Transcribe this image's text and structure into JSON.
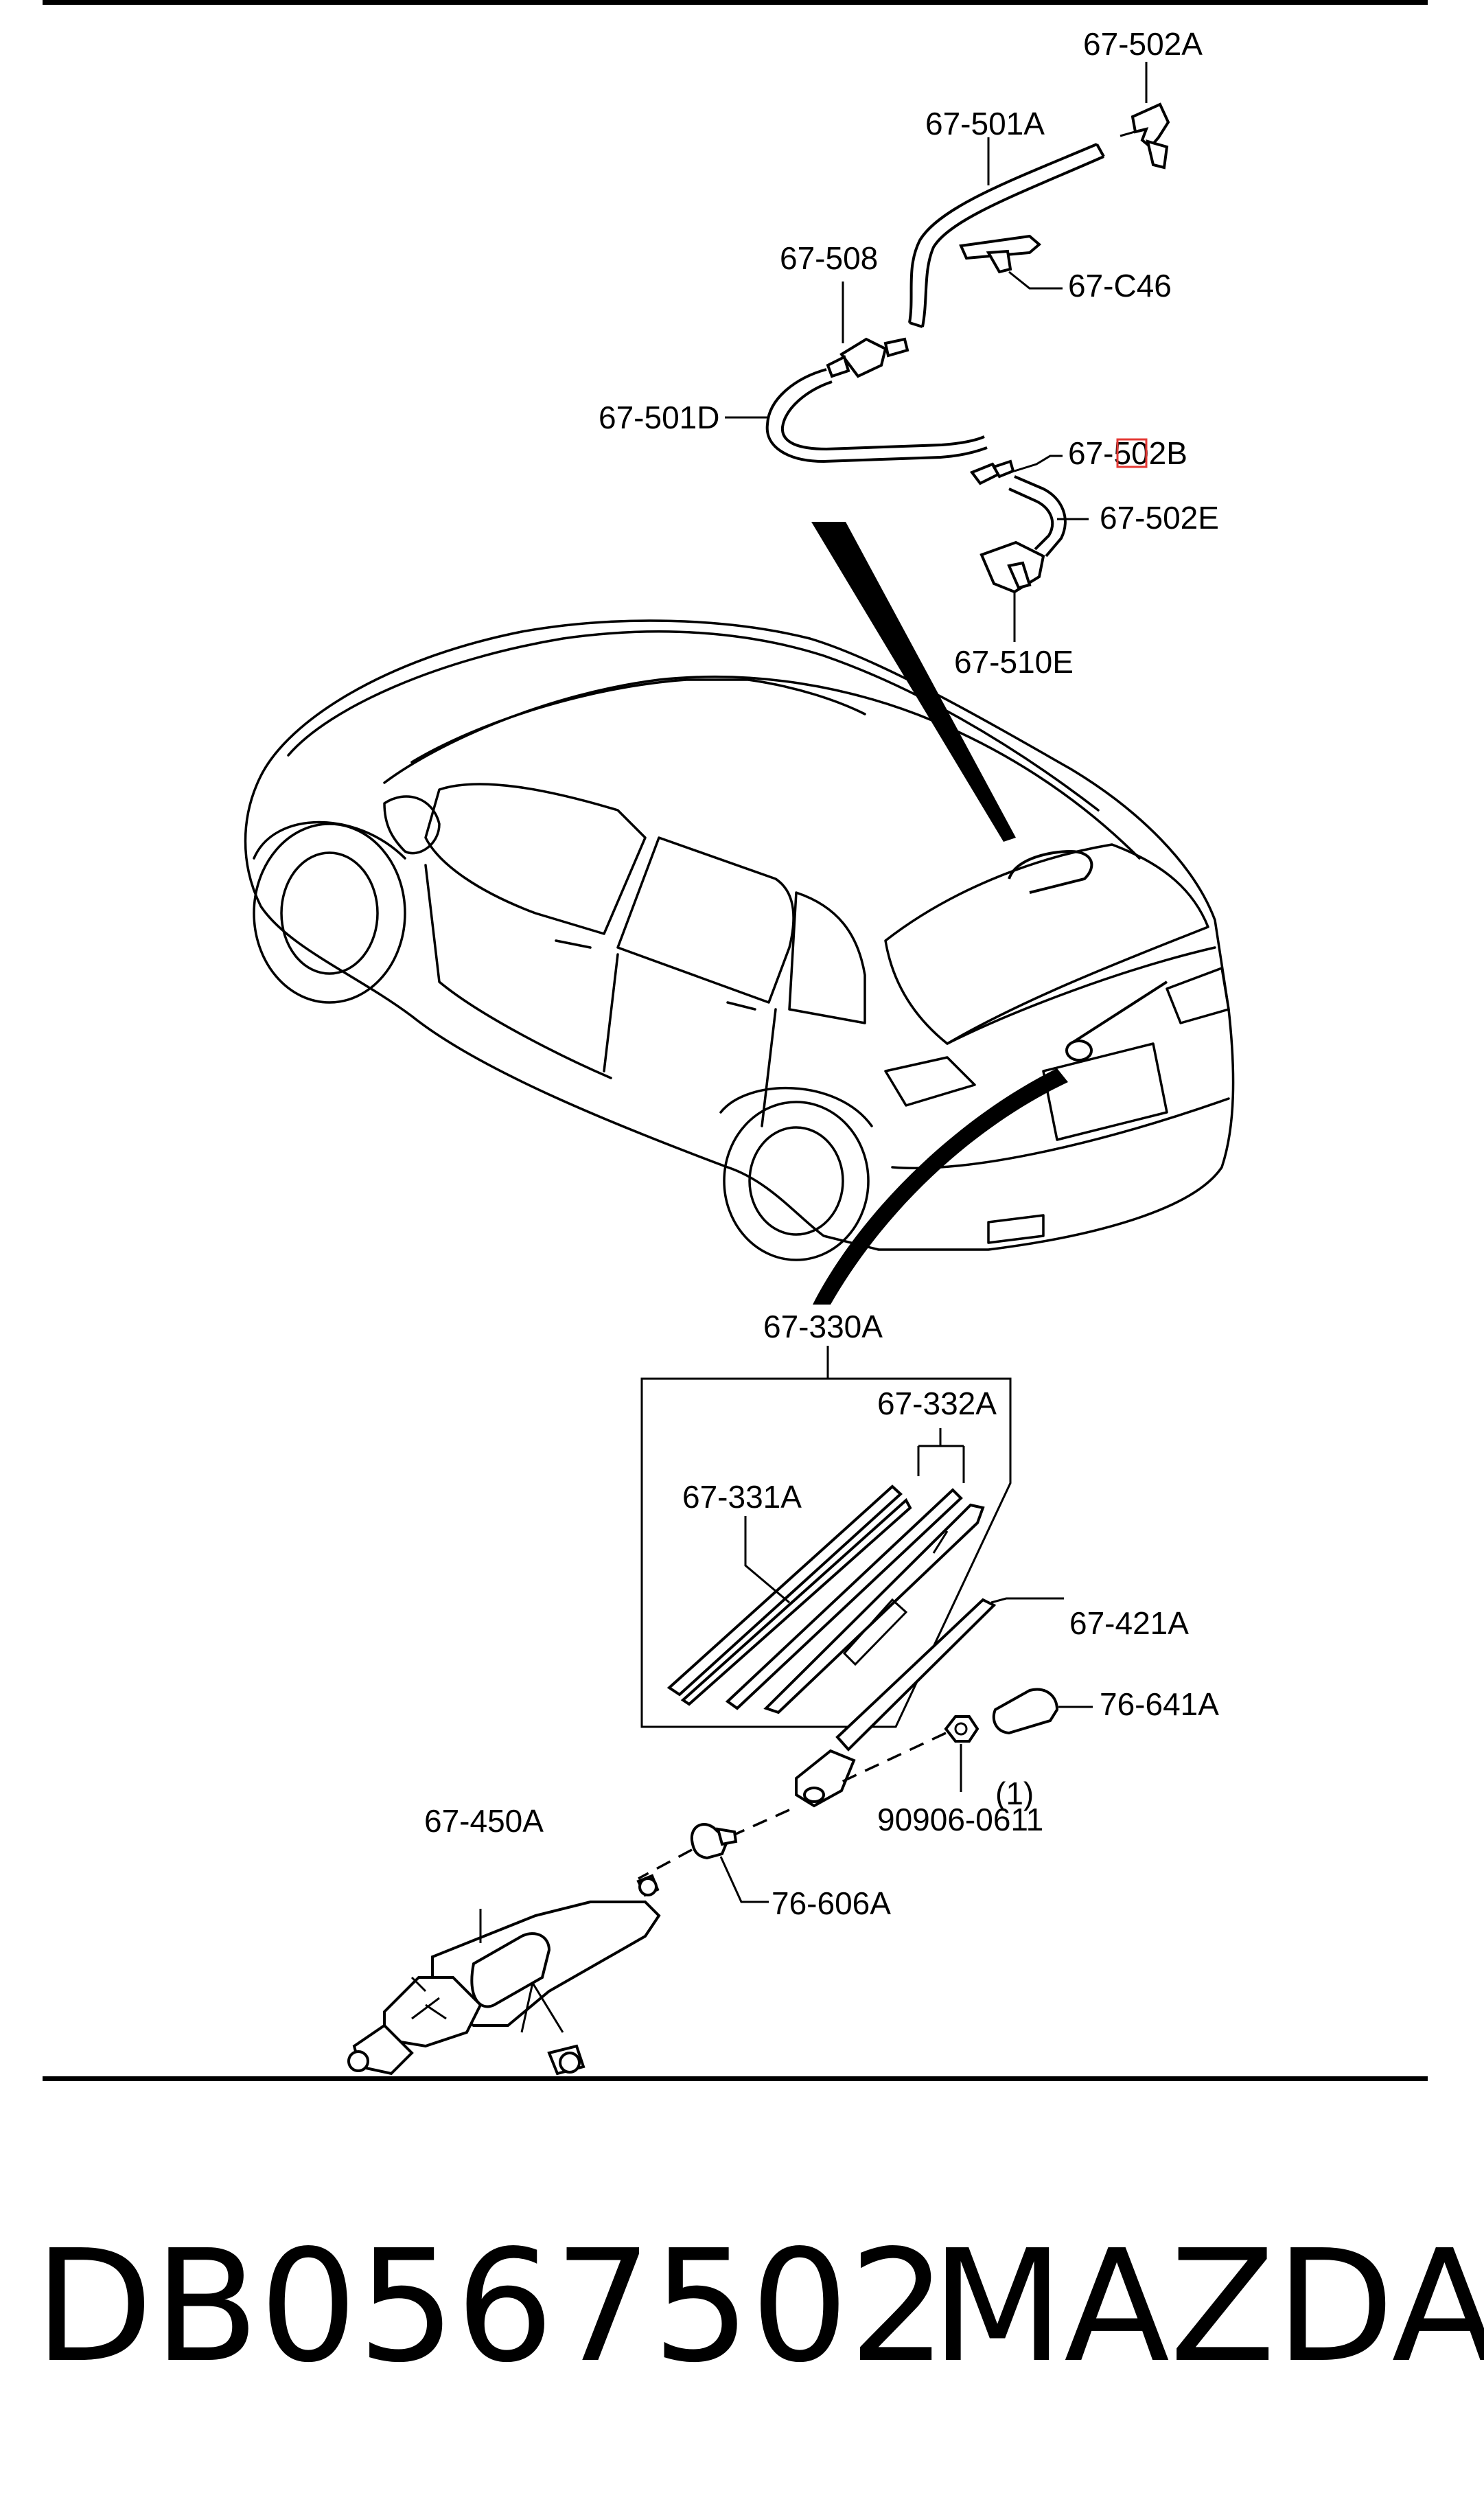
{
  "labels": {
    "p67_502A": "67-502A",
    "p67_501A": "67-501A",
    "p67_508": "67-508",
    "p67_C46": "67-C46",
    "p67_501D": "67-501D",
    "p67_502B": "67-502B",
    "p67_502E": "67-502E",
    "p67_510E": "67-510E",
    "p67_330A": "67-330A",
    "p67_332A": "67-332A",
    "p67_331A": "67-331A",
    "p67_421A": "67-421A",
    "p76_641A": "76-641A",
    "p90906_0611": "90906-0611",
    "qty": "(1)",
    "p67_450A": "67-450A",
    "p76_606A": "76-606A"
  },
  "footer": {
    "part_number": "DB0567502",
    "brand": "MAZDA"
  },
  "colors": {
    "ink": "#000000",
    "highlight": "#e53935",
    "background": "#ffffff"
  }
}
